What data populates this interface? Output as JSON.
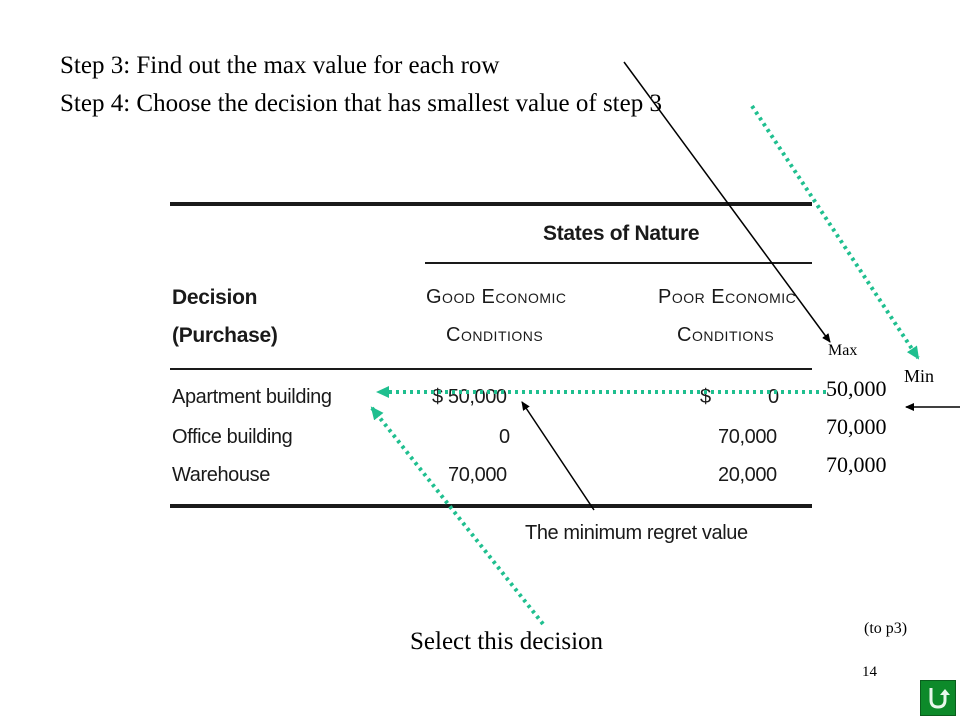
{
  "steps": {
    "step3": "Step 3: Find out the max value for each row",
    "step4": "Step 4: Choose the decision that has smallest value of step 3"
  },
  "table": {
    "group_header": "States of Nature",
    "decision_header_line1": "Decision",
    "decision_header_line2": "(Purchase)",
    "columns": [
      {
        "line1": "Good Economic",
        "line2": "Conditions"
      },
      {
        "line1": "Poor Economic",
        "line2": "Conditions"
      }
    ],
    "rows": [
      {
        "decision": "Apartment building",
        "good": "$ 50,000",
        "poor": "$ 0"
      },
      {
        "decision": "Office building",
        "good": "0",
        "poor": "70,000"
      },
      {
        "decision": "Warehouse",
        "good": "70,000",
        "poor": "20,000"
      }
    ],
    "caption": "The minimum regret value"
  },
  "max_column": {
    "label": "Max",
    "values": [
      "50,000",
      "70,000",
      "70,000"
    ]
  },
  "min_label": "Min",
  "select_label": "Select this decision",
  "link_text": "(to p3)",
  "page_number": "14",
  "colors": {
    "dotted_arrow": "#1fbf8f",
    "return_button": "#0d8a2a"
  },
  "icons": {
    "return": "u-turn-icon"
  }
}
